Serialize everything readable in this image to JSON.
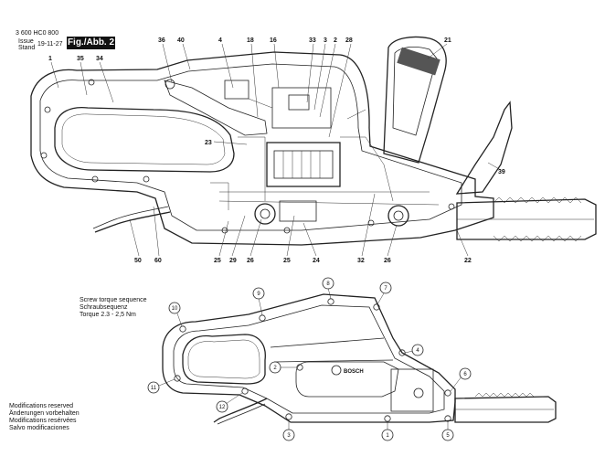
{
  "header": {
    "doc_number": "3 600 HC0 800",
    "issue_label_1": "Issue",
    "issue_label_2": "Stand",
    "issue_date": "19-11-27",
    "figure_label": "Fig./Abb. 2"
  },
  "torque_note": {
    "line1": "Screw torque sequence",
    "line2": "Schraubsequenz",
    "line3": "Torque 2.3 - 2,5 Nm"
  },
  "modifications": {
    "line1": "Modifications reserved",
    "line2": "Änderungen vorbehalten",
    "line3": "Modifications resérvées",
    "line4": "Salvo modificaciones"
  },
  "brand_mark": "BOSCH",
  "top_callouts": {
    "c36": "36",
    "c40": "40",
    "c4": "4",
    "c18": "18",
    "c16": "16",
    "c33": "33",
    "c3": "3",
    "c2": "2",
    "c28": "28",
    "c21": "21",
    "c1": "1",
    "c35": "35",
    "c34": "34",
    "c23": "23",
    "c39": "39",
    "c50": "50",
    "c60": "60",
    "c25a": "25",
    "c29": "29",
    "c26a": "26",
    "c25b": "25",
    "c24": "24",
    "c32": "32",
    "c26b": "26",
    "c22": "22"
  },
  "screw_sequence": {
    "s9": "9",
    "s8": "8",
    "s7": "7",
    "s10": "10",
    "s4": "4",
    "s2": "2",
    "s6": "6",
    "s11": "11",
    "s12": "12",
    "s3": "3",
    "s1": "1",
    "s5": "5"
  }
}
